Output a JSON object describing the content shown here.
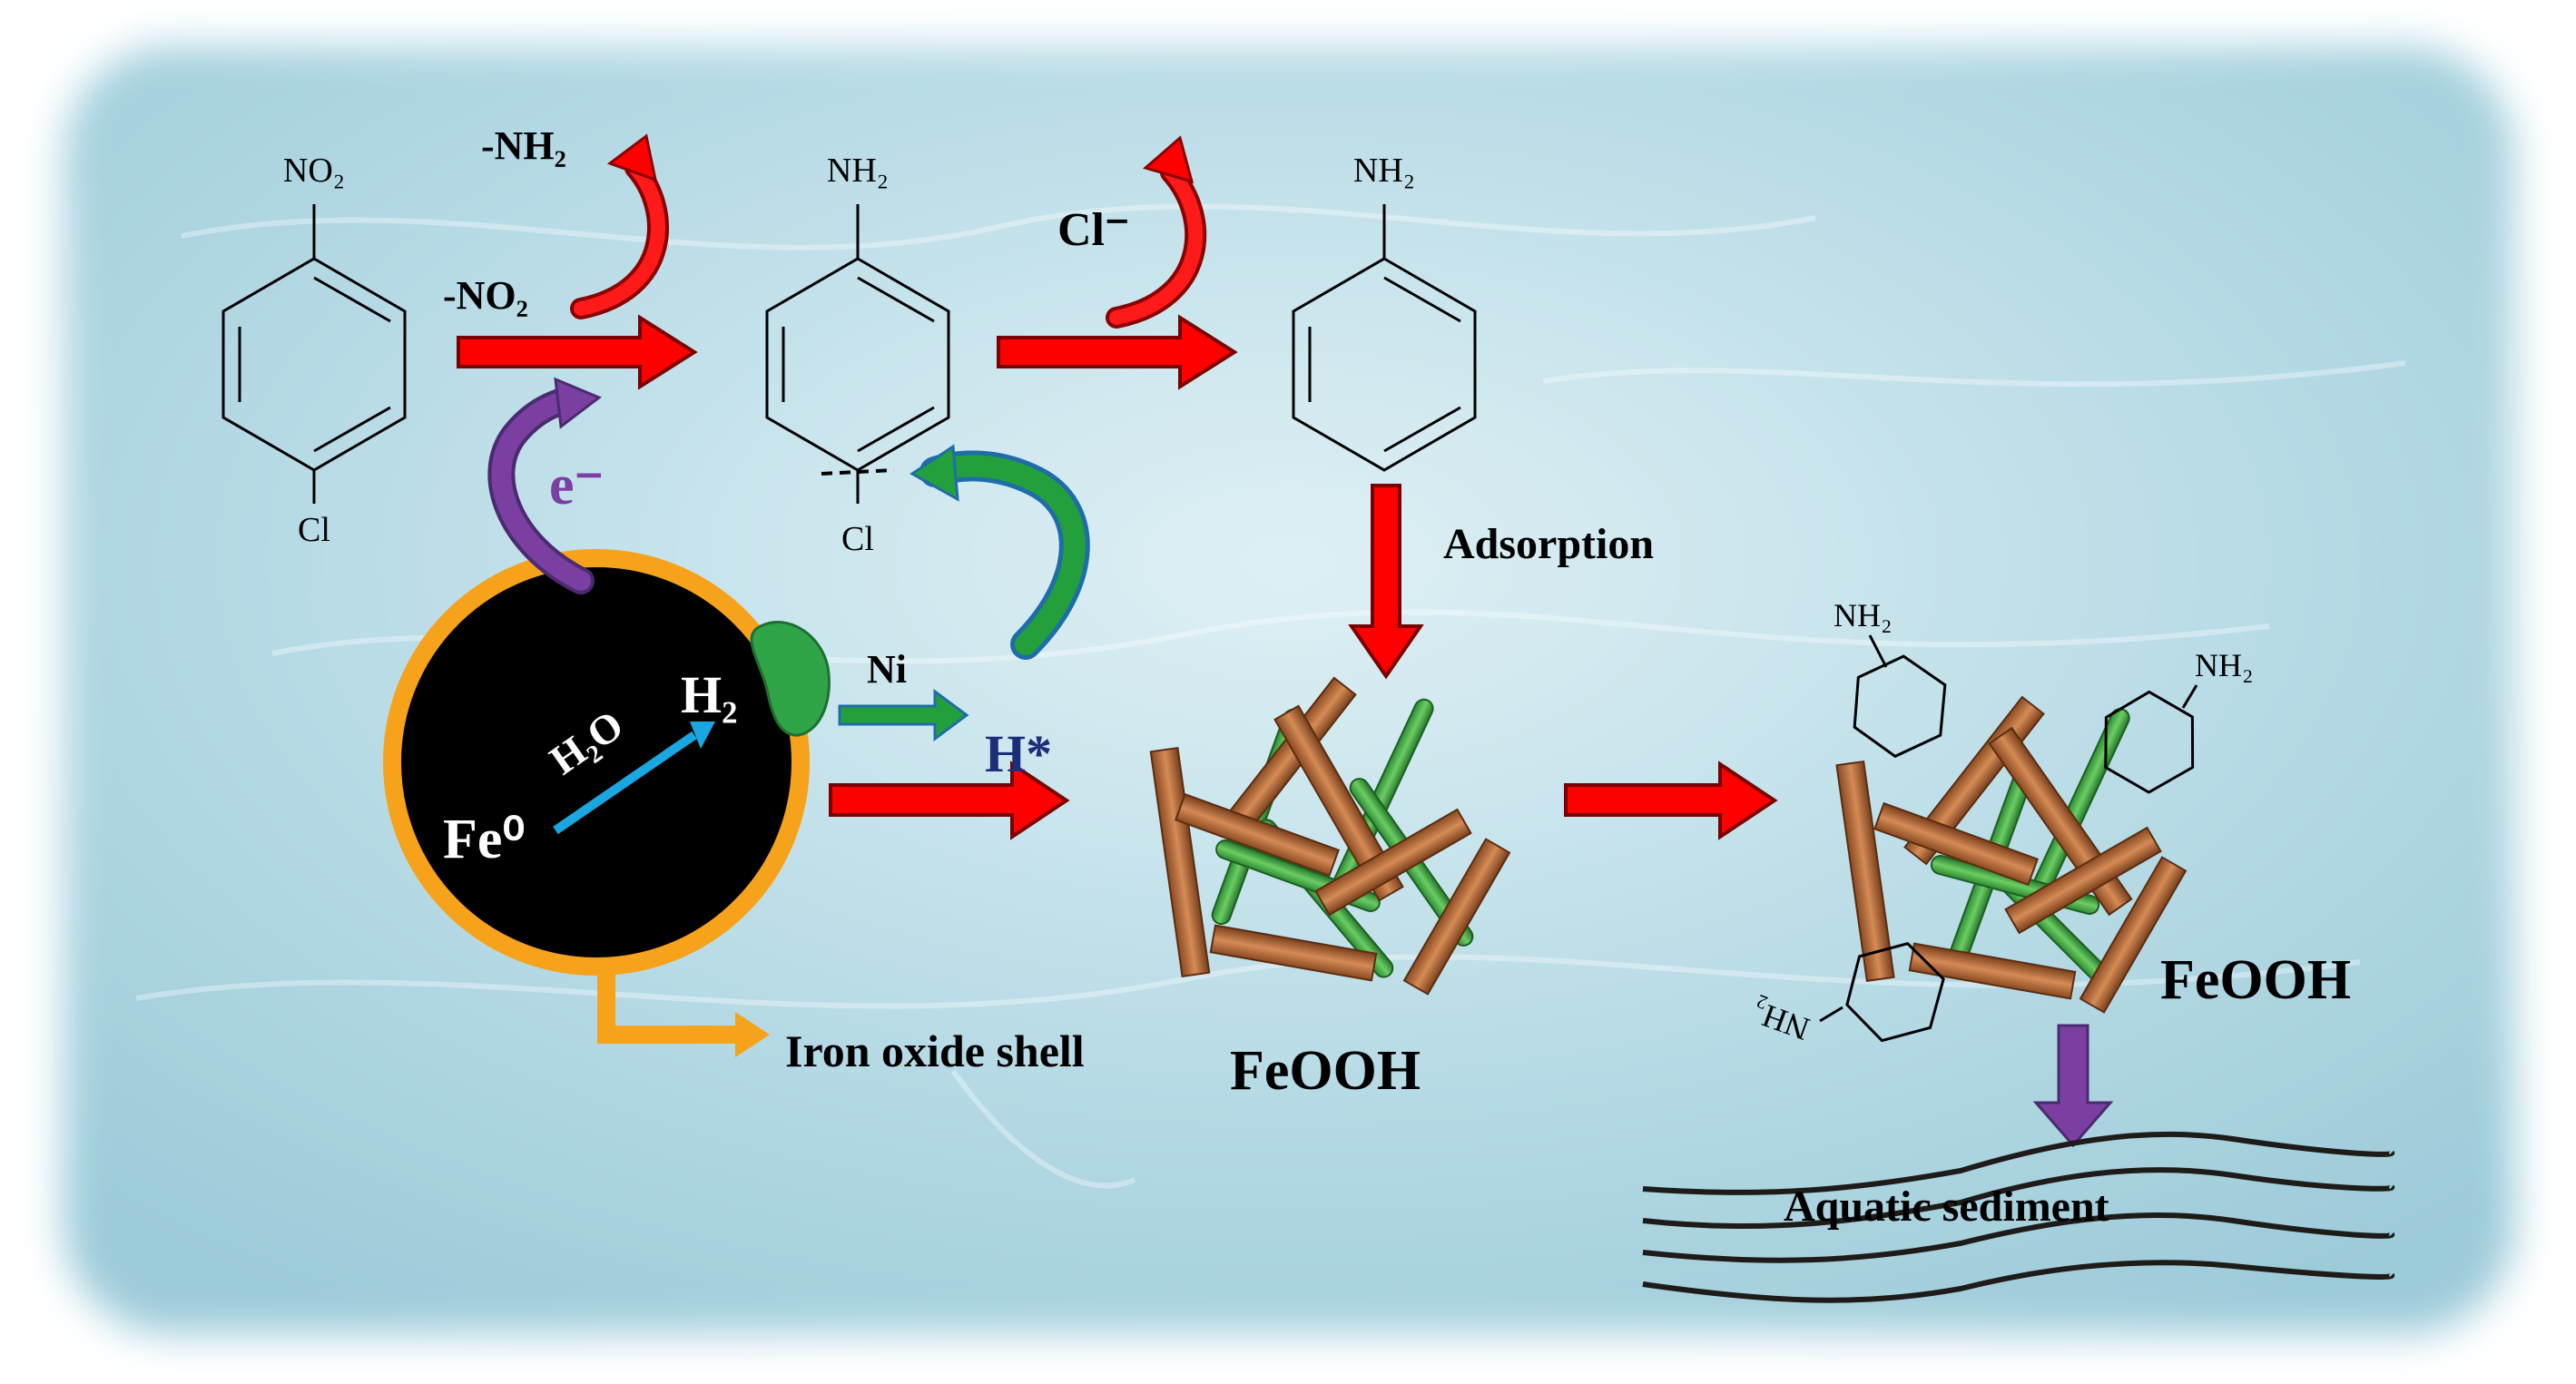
{
  "molecules": {
    "m1_top": "NO₂",
    "m1_bottom": "Cl",
    "m2_top": "NH₂",
    "m2_bottom": "Cl",
    "m3_top": "NH₂",
    "m4_top": "NH₂",
    "m5_top": "NH₂",
    "m6_label": "NH₂"
  },
  "reactions": {
    "nh2_group": "-NH₂",
    "no2_group": "-NO₂",
    "chloride": "Cl⁻",
    "electron": "e⁻",
    "nickel": "Ni",
    "hydrogen_radical": "H*"
  },
  "particle": {
    "core": "Fe⁰",
    "water": "H₂O",
    "hydrogen": "H₂"
  },
  "labels": {
    "adsorption": "Adsorption",
    "iron_oxide_shell": "Iron oxide shell",
    "feooh_1": "FeOOH",
    "feooh_2": "FeOOH",
    "aquatic_sediment": "Aquatic sediment"
  },
  "colors": {
    "red_arrow": "#ff0000",
    "shell": "#f7a21b",
    "core": "#000000",
    "nickel_green": "#23a03c",
    "electron_purple": "#7a3fa0",
    "h2_arrow": "#1aa6e0",
    "rod_brown": "#b5683a",
    "needle_green": "#3fa340",
    "h_star": "#1c2d7a"
  }
}
